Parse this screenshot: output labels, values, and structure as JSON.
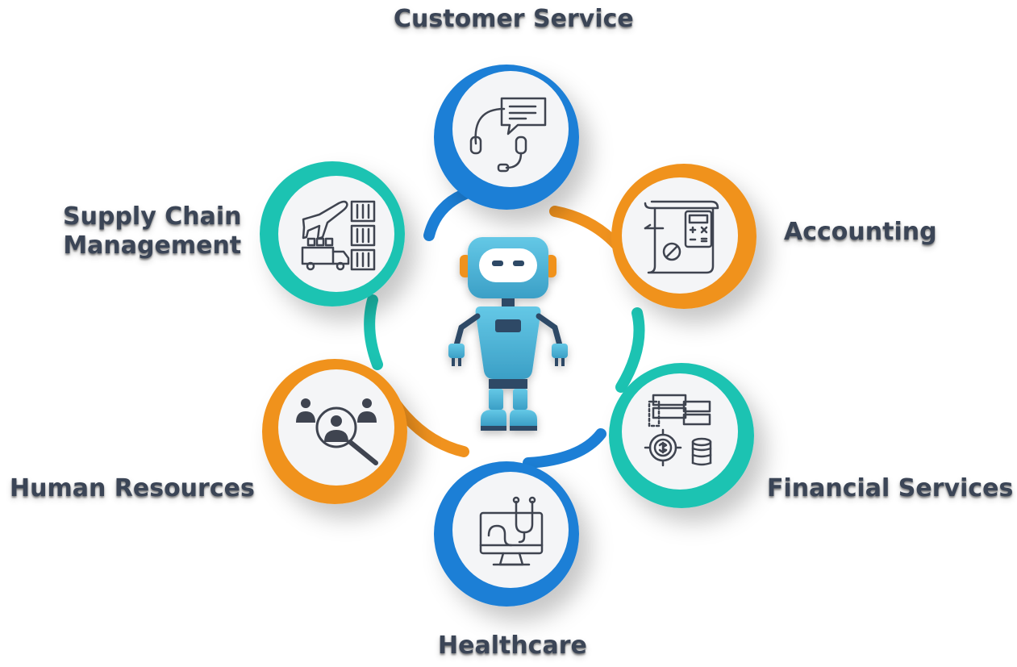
{
  "diagram": {
    "center": {
      "icon": "robot-icon"
    },
    "nodes": [
      {
        "id": "customer",
        "label_lines": [
          "Customer Service"
        ],
        "icon": "headset-chat-icon",
        "ring_color": "#1c7fd6"
      },
      {
        "id": "accounting",
        "label_lines": [
          "Accounting"
        ],
        "icon": "calculator-document-icon",
        "ring_color": "#f0921e"
      },
      {
        "id": "supply",
        "label_lines": [
          "Supply Chain",
          "Management"
        ],
        "icon": "airplane-truck-containers-icon",
        "ring_color": "#1cc3b2"
      },
      {
        "id": "financial",
        "label_lines": [
          "Financial Services"
        ],
        "icon": "money-gear-coins-icon",
        "ring_color": "#1cc3b2"
      },
      {
        "id": "hr",
        "label_lines": [
          "Human Resources"
        ],
        "icon": "people-search-icon",
        "ring_color": "#f0921e"
      },
      {
        "id": "health",
        "label_lines": [
          "Healthcare"
        ],
        "icon": "monitor-stethoscope-icon",
        "ring_color": "#1c7fd6"
      }
    ]
  },
  "colors": {
    "blue": "#1c7fd6",
    "teal": "#1cc3b2",
    "orange": "#f0921e",
    "text": "#3b4556",
    "icon_stroke": "#3f4450",
    "robot_body": "#4cb3d6",
    "robot_dark": "#2d4a66"
  }
}
